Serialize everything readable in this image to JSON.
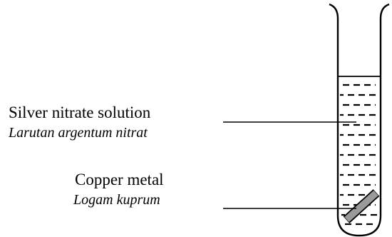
{
  "labels": {
    "solution_en": "Silver nitrate solution",
    "solution_ms": "Larutan argentum nitrat",
    "copper_en": "Copper metal",
    "copper_ms": "Logam kuprum"
  },
  "colors": {
    "line": "#000000",
    "copper": "#9a9a9a",
    "background": "#ffffff"
  }
}
